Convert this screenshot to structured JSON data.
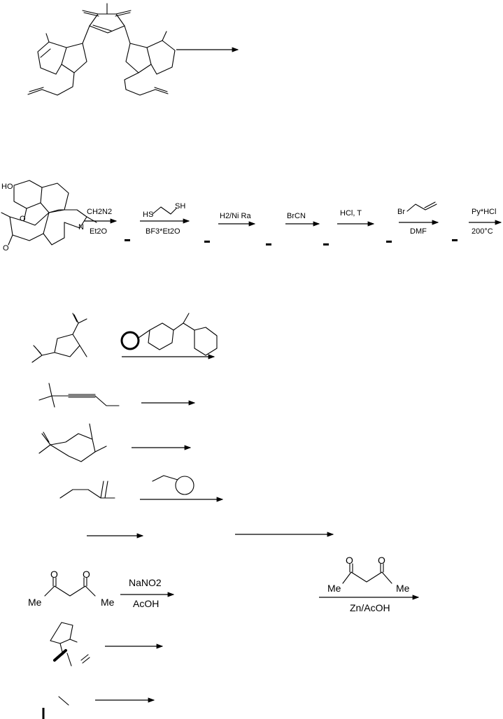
{
  "scheme1": {
    "reagents": []
  },
  "scheme2": {
    "start_labels": {
      "hydroxyl": "HO",
      "ring_oxygen": "O",
      "nitrogen": "N",
      "ketone_oxygen": "O"
    },
    "steps": [
      {
        "top": "CH2N2",
        "bottom": "Et2O"
      },
      {
        "top_left": "HS",
        "top_right": "SH",
        "bottom": "BF3*Et2O"
      },
      {
        "top": "H2/Ni Ra",
        "bottom": ""
      },
      {
        "top": "BrCN",
        "bottom": ""
      },
      {
        "top": "HCl, T",
        "bottom": ""
      },
      {
        "top": "Br",
        "bottom": "DMF"
      },
      {
        "top": "Py*HCl",
        "bottom": "200°C"
      }
    ]
  },
  "scheme3": {
    "rows": 5
  },
  "scheme4": {
    "left": {
      "atoms": [
        "O",
        "O",
        "Me",
        "Me"
      ],
      "top": "NaNO2",
      "bottom": "AcOH"
    },
    "right": {
      "atoms": [
        "O",
        "O",
        "Me",
        "Me"
      ],
      "bottom": "Zn/AcOH"
    }
  },
  "colors": {
    "ink": "#000000",
    "paper": "#ffffff"
  }
}
